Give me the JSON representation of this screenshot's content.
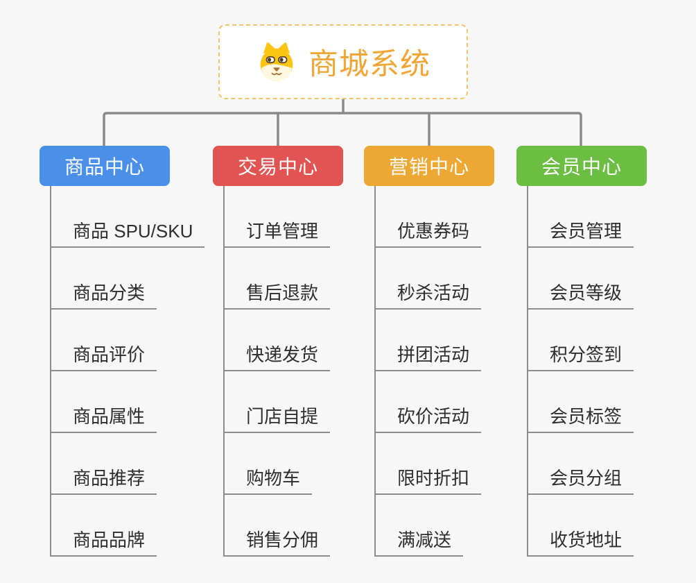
{
  "root": {
    "title": "商城系统",
    "title_color": "#F0A534",
    "border_color": "#F3C36E",
    "icon": "dog-mascot-icon"
  },
  "branches": [
    {
      "label": "商品中心",
      "color": "#4A90E8",
      "items": [
        "商品 SPU/SKU",
        "商品分类",
        "商品评价",
        "商品属性",
        "商品推荐",
        "商品品牌"
      ]
    },
    {
      "label": "交易中心",
      "color": "#E25451",
      "items": [
        "订单管理",
        "售后退款",
        "快递发货",
        "门店自提",
        "购物车",
        "销售分佣"
      ]
    },
    {
      "label": "营销中心",
      "color": "#EDA733",
      "items": [
        "优惠券码",
        "秒杀活动",
        "拼团活动",
        "砍价活动",
        "限时折扣",
        "满减送"
      ]
    },
    {
      "label": "会员中心",
      "color": "#6CBE43",
      "items": [
        "会员管理",
        "会员等级",
        "积分签到",
        "会员标签",
        "会员分组",
        "收货地址"
      ]
    }
  ],
  "colors": {
    "background": "#F7F7F7",
    "connector": "#8A8A8A",
    "item_underline": "#8C8C8C",
    "item_text": "#2E2E2E",
    "box_text": "#FFFFFF"
  }
}
